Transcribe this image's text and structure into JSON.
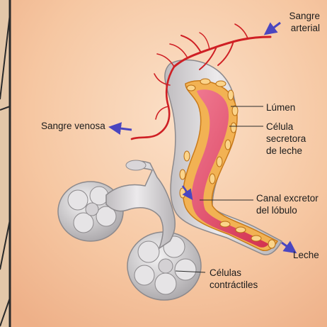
{
  "labels": {
    "sangre_arterial_1": "Sangre",
    "sangre_arterial_2": "arterial",
    "lumen": "Lúmen",
    "celula_1": "Célula",
    "celula_2": "secretora",
    "celula_3": "de leche",
    "sangre_venosa": "Sangre venosa",
    "canal_1": "Canal excretor",
    "canal_2": "del lóbulo",
    "leche": "Leche",
    "contractiles_1": "Células",
    "contractiles_2": "contráctiles"
  },
  "colors": {
    "background": "#f6c9a4",
    "tissue": "#d9d6d8",
    "artery": "#cf1f24",
    "lumen": "#e04a6a",
    "secretory_cells": "#f0a13a",
    "arrow": "#4a46c0"
  }
}
